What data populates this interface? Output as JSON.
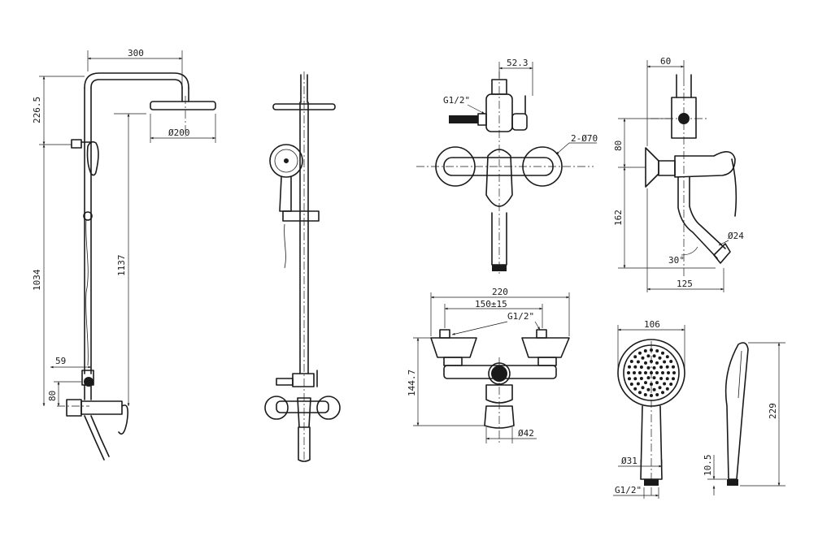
{
  "dimensions": {
    "v1_top_width": "300",
    "v1_top_drop": "226.5",
    "v1_head_dia": "Ø200",
    "v1_total_height": "1034",
    "v1_bar_height": "1137",
    "v1_offset": "59",
    "v1_valve_height": "80",
    "v3_top_width": "52.3",
    "v3_inlet_thread": "G1/2\"",
    "v3_flange_dia": "2-Ø70",
    "v4_top_width": "60",
    "v4_valve_height": "80",
    "v4_spout_height": "162",
    "v4_spout_dia": "Ø24",
    "v4_spout_angle": "30°",
    "v4_depth": "125",
    "v5_width": "220",
    "v5_centers": "150±15",
    "v5_inlet_thread": "G1/2\"",
    "v5_height": "144.7",
    "v5_spout_dia": "Ø42",
    "v6_face_dia": "106",
    "v6_handle_dia": "Ø31",
    "v6_thread": "G1/2\"",
    "v7_length": "229",
    "v7_thickness": "10.5"
  }
}
